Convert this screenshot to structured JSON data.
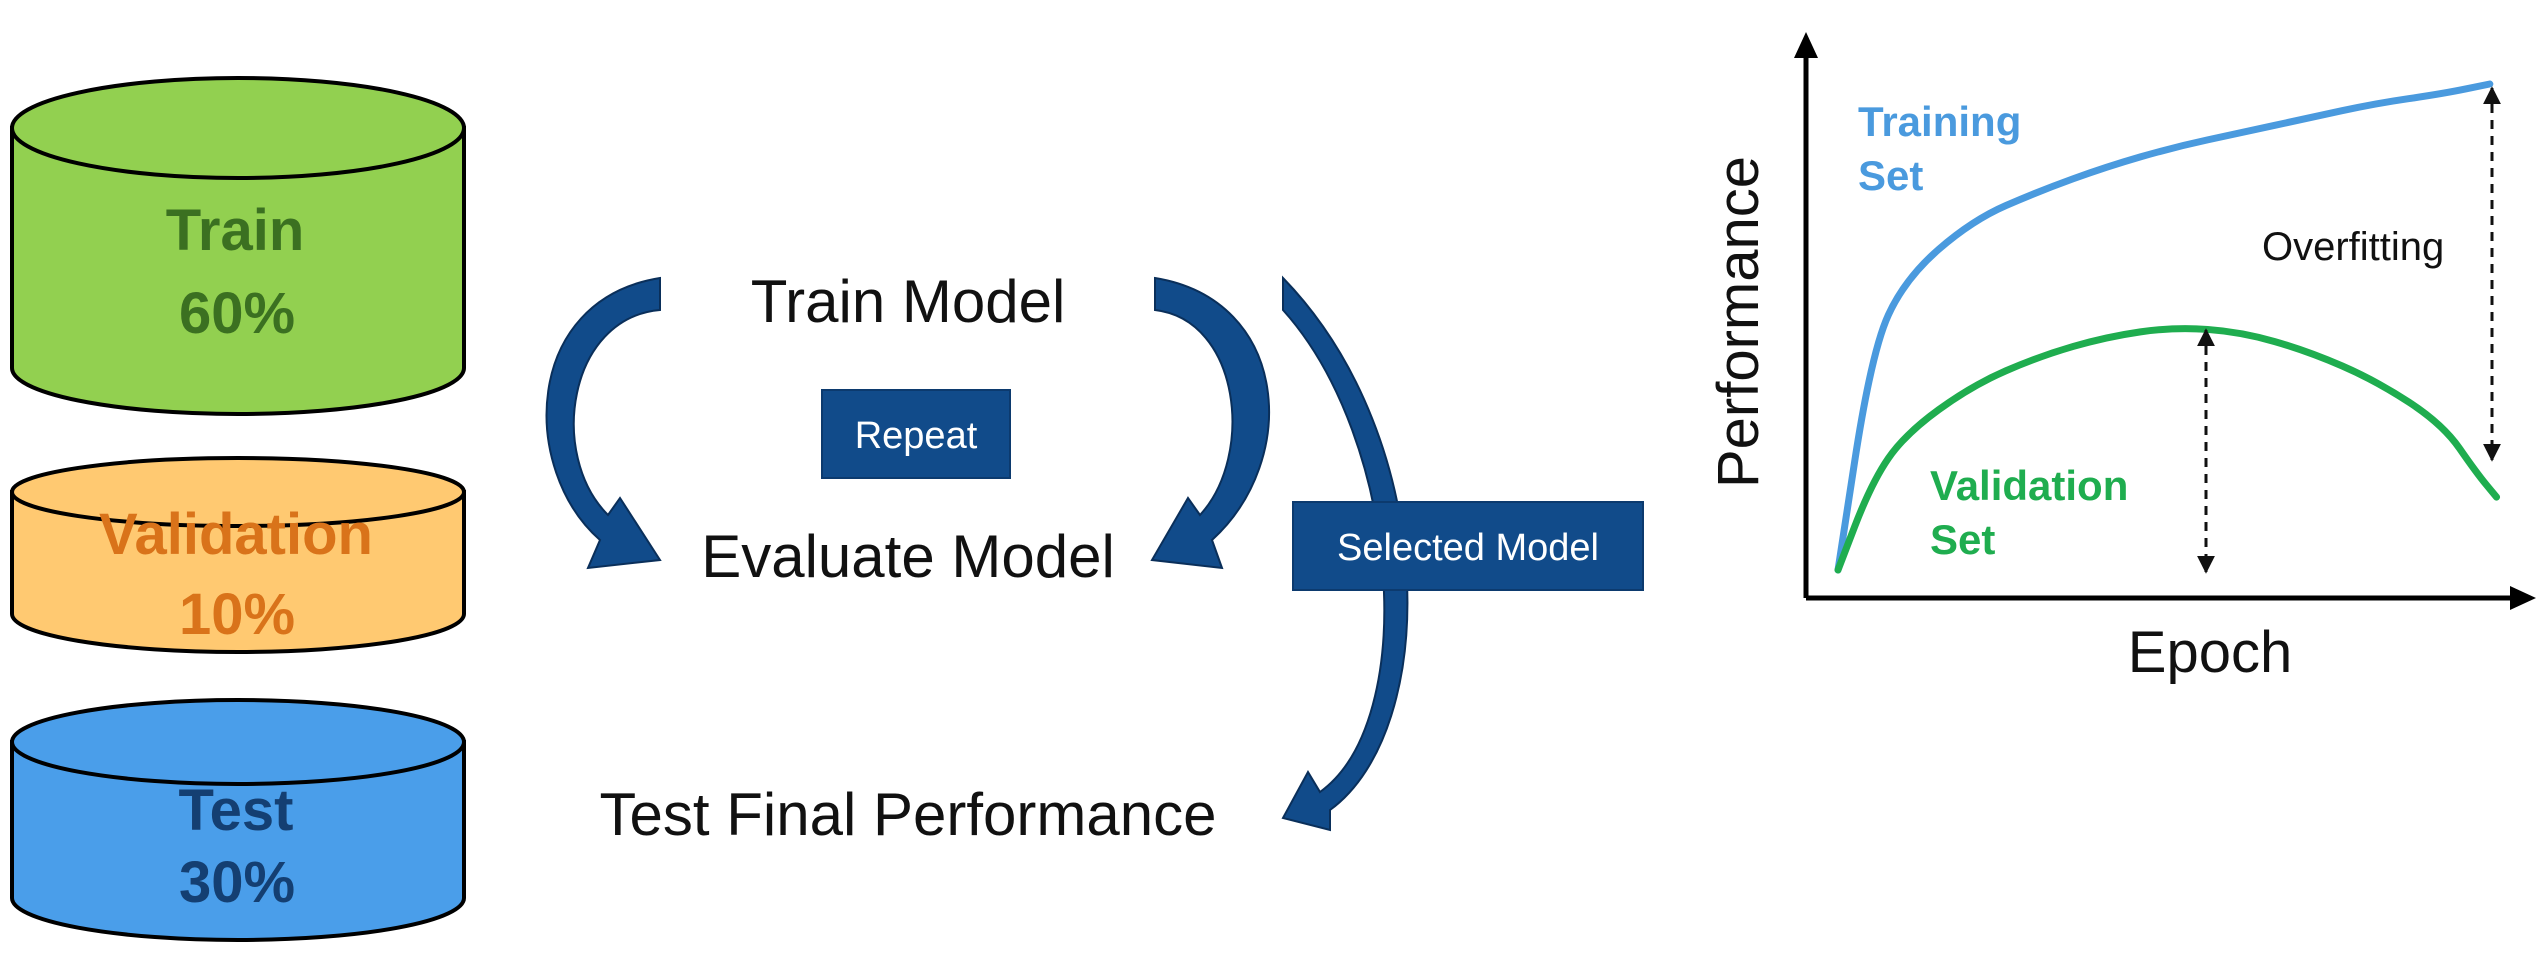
{
  "datasets": {
    "train": {
      "name": "Train",
      "percent": "60%",
      "fill": "#92d050",
      "text_color": "#3b7021"
    },
    "validation": {
      "name": "Validation",
      "percent": "10%",
      "fill": "#ffc971",
      "text_color": "#d9731a"
    },
    "test": {
      "name": "Test",
      "percent": "30%",
      "fill": "#4a9eea",
      "text_color": "#143f72"
    }
  },
  "workflow": {
    "train_model": "Train Model",
    "evaluate_model": "Evaluate Model",
    "test_final": "Test Final Performance",
    "repeat_label": "Repeat",
    "selected_model_label": "Selected Model",
    "accent_color": "#114b8a"
  },
  "chart_data": {
    "type": "line",
    "xlabel": "Epoch",
    "ylabel": "Performance",
    "series": [
      {
        "name": "Training Set",
        "name_lines": [
          "Training",
          "Set"
        ],
        "color": "#4a9ade",
        "x": [
          0,
          0.05,
          0.1,
          0.2,
          0.3,
          0.4,
          0.5,
          0.6,
          0.7,
          0.8,
          0.9,
          0.97
        ],
        "y": [
          0.0,
          0.45,
          0.6,
          0.72,
          0.78,
          0.83,
          0.87,
          0.9,
          0.93,
          0.96,
          0.98,
          1.0
        ]
      },
      {
        "name": "Validation Set",
        "name_lines": [
          "Validation",
          "Set"
        ],
        "color": "#1fad4f",
        "x": [
          0,
          0.05,
          0.1,
          0.2,
          0.3,
          0.4,
          0.5,
          0.6,
          0.7,
          0.8,
          0.9,
          0.95,
          0.98
        ],
        "y": [
          0.0,
          0.18,
          0.28,
          0.38,
          0.44,
          0.48,
          0.5,
          0.49,
          0.45,
          0.39,
          0.3,
          0.2,
          0.15
        ]
      }
    ],
    "annotations": [
      "Overfitting"
    ],
    "grid": false
  }
}
